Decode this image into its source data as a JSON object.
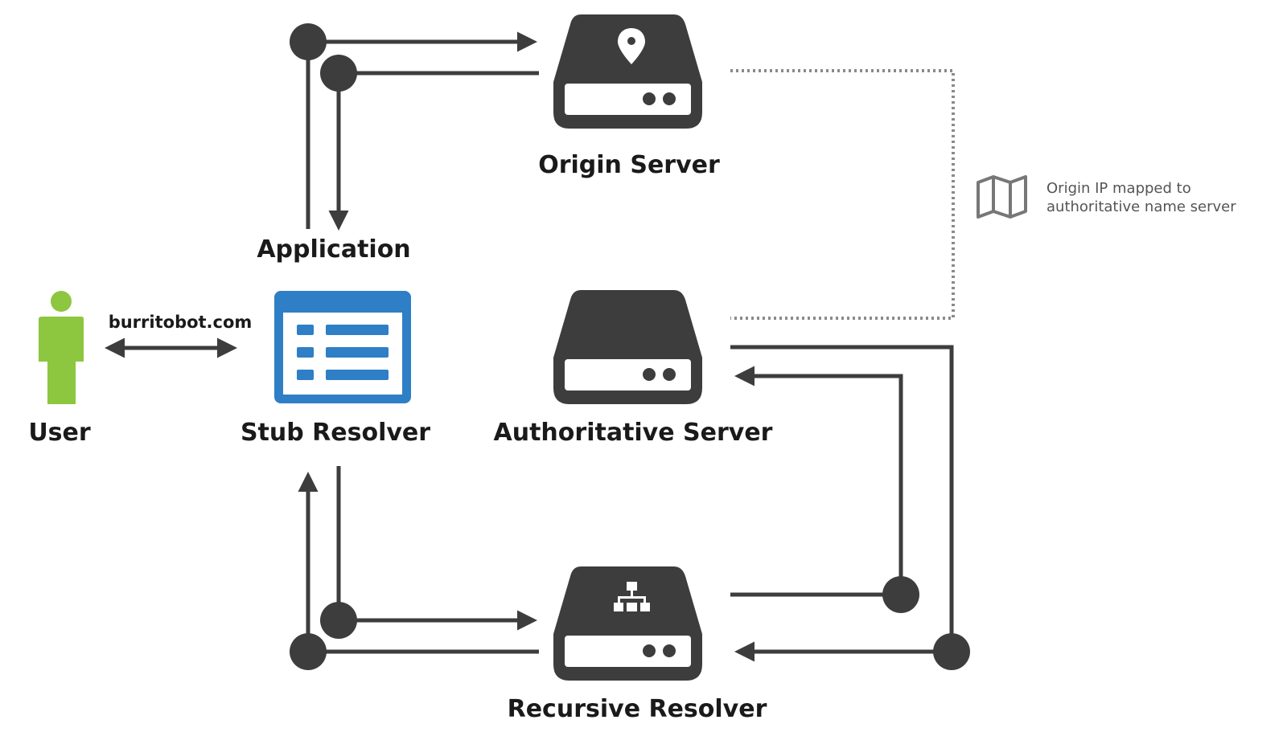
{
  "nodes": {
    "user": "User",
    "stub_resolver": "Stub Resolver",
    "application": "Application",
    "origin_server": "Origin Server",
    "authoritative_server": "Authoritative Server",
    "recursive_resolver": "Recursive Resolver"
  },
  "domain": "burritobot.com",
  "note": {
    "line1": "Origin IP mapped to",
    "line2": "authoritative name server"
  },
  "colors": {
    "user": "#8dc63f",
    "stub_resolver": "#2e7fc5",
    "server": "#3d3d3d",
    "line": "#3d3d3d",
    "dotted": "#8a8a8a",
    "note_icon": "#777777"
  },
  "icons": {
    "origin_server": "location-pin-icon",
    "recursive_resolver": "hierarchy-icon",
    "note": "map-icon"
  }
}
